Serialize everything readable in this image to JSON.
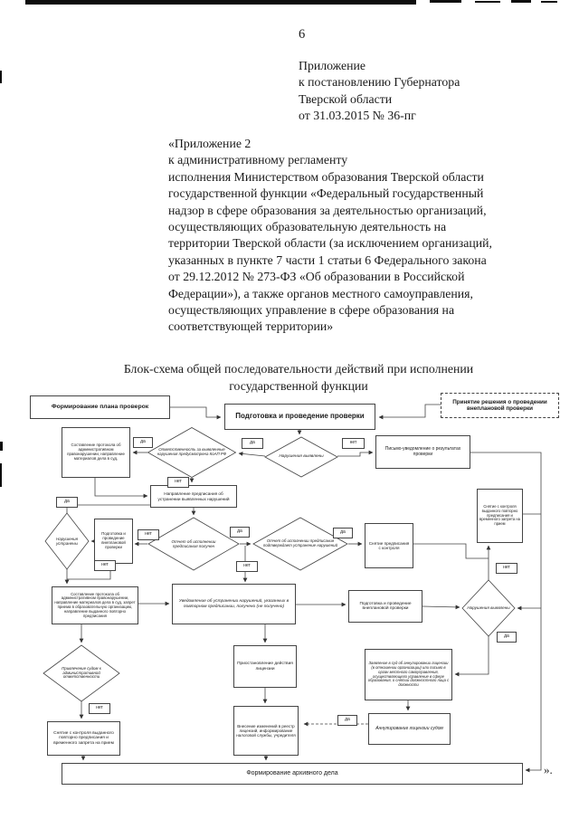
{
  "page": {
    "number": "6",
    "closing_quote": "»."
  },
  "header": {
    "lines": [
      "Приложение",
      "к постановлению Губернатора",
      "Тверской области",
      "от 31.03.2015 № 36-пг"
    ]
  },
  "intro": {
    "lines": [
      "«Приложение 2",
      "к административному регламенту",
      "исполнения Министерством образования Тверской области",
      "государственной функции «Федеральный государственный",
      "надзор в сфере образования за деятельностью организаций,",
      "осуществляющих образовательную деятельность на",
      "территории Тверской области (за исключением организаций,",
      "указанных в пункте 7 части 1 статьи 6 Федерального закона",
      "от 29.12.2012 № 273-ФЗ «Об образовании в Российской",
      "Федерации»), а также органов местного самоуправления,",
      "осуществляющих управление в сфере образования на",
      "соответствующей территории»"
    ]
  },
  "flow": {
    "title_line1": "Блок-схема общей последовательности действий при исполнении",
    "title_line2": "государственной функции",
    "labels": {
      "yes": "да",
      "no": "нет"
    },
    "nodes": {
      "plan": "Формирование плана проверок",
      "main": "Подготовка и проведение проверки",
      "unscheduled_decision": "Принятие решения о проведении внеплановой проверки",
      "protocol1": "Составление протокола об административном правонарушении, направление материалов дела в суд,",
      "koap": "Ответственность за выявленные нарушения предусмотрена КоАП РФ",
      "violations_found": "Нарушения выявлены",
      "letter": "Письмо-уведомление о результатах проверки",
      "prescription": "Направление предписания об устранении выявленных нарушений",
      "repeat_control_removal": "Снятие с контроля выданного повторно предписания и временного запрета на прием",
      "violations_fixed": "Нарушения устранены",
      "unscheduled2": "Подготовка и проведение внеплановой проверки",
      "report_received": "Отчет об исполнении предписания получен",
      "report_confirms": "Отчет об исполнении предписания подтверждает устранение нарушений",
      "prescription_removal": "Снятие предписания с контроля",
      "violations_found2": "Нарушения выявлены",
      "protocol2": "Составление протокола об административном правонарушении, направление материалов дела в суд, запрет приема в образовательную организацию, направление выданного повторно предписания",
      "notice": "Уведомление об устранении нарушений, указанных в повторном предписании, получено (не получено)",
      "unscheduled3": "Подготовка и проведение внеплановой проверки",
      "court_liability": "Привлечение судом к административной ответственности",
      "control_removal2": "Снятие с контроля выданного повторно предписания и временного запрета на прием",
      "license_suspend": "Приостановление действия лицензии",
      "registry_update": "Внесение изменений в реестр лицензий, информирование налоговой службы, учредителя",
      "court_claim": "Заявление в суд об аннулировании лицензии (в отношении организации) или письмо в орган местного самоуправления, осуществляющего управление в сфере образования, о снятии должностного лица с должности",
      "license_annulment": "Аннулирование лицензии судом",
      "archive": "Формирование архивного дела"
    }
  }
}
